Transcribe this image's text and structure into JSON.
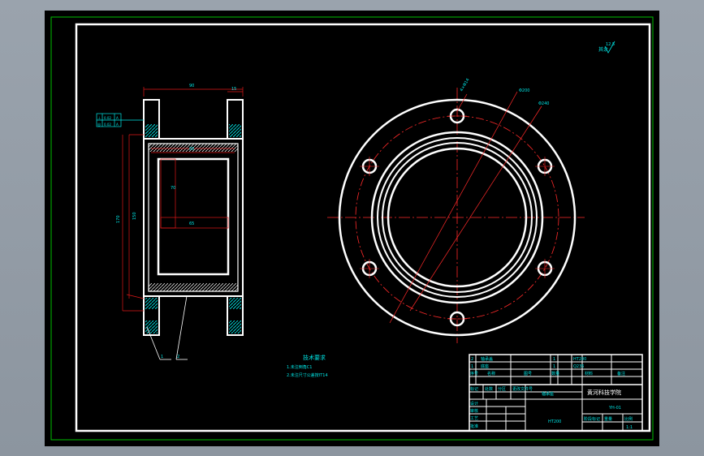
{
  "drawing": {
    "surface_roughness": {
      "value": "12.5",
      "prefix": "其余"
    },
    "technical_requirements": {
      "title": "技术要求",
      "lines": [
        "1.未注倒角C1",
        "2.未注尺寸公差按IT14"
      ]
    },
    "side_view_labels": {
      "top_dim": "90",
      "top_right_dim": "15",
      "inner_width_dim": "86",
      "inner_height_dim": "70",
      "lower_dim": "65",
      "left_dim_outer": "170",
      "left_dim_inner": "150",
      "part_ref_1": "1",
      "part_ref_2": "2"
    },
    "tolerance_frame": {
      "row1": [
        "⊥",
        "0.02",
        "A"
      ],
      "row2": [
        "◎",
        "0.02",
        "A"
      ]
    },
    "front_view_labels": {
      "hole_note": "4×Φ14",
      "diameter_1": "Φ200",
      "diameter_2": "Φ240"
    }
  },
  "title_block": {
    "school": "黄河科技学院",
    "part_name": "轴承座",
    "scale": "1:1",
    "material": "HT200",
    "drawing_no": "YH-01",
    "rows": [
      [
        "2",
        "轴承盖",
        "",
        "1",
        "HT200",
        ""
      ],
      [
        "1",
        "底座",
        "",
        "1",
        "Q235",
        ""
      ]
    ],
    "header_cells": [
      "序号",
      "名称",
      "数量",
      "材料",
      "备注",
      "图号"
    ],
    "sign_cells": [
      "标记",
      "处数",
      "分区",
      "更改文件号",
      "签名",
      "日期"
    ],
    "role_cells": [
      "设计",
      "审核",
      "工艺",
      "批准"
    ],
    "stage_cells": [
      "阶段标记",
      "重量",
      "比例"
    ]
  },
  "colors": {
    "outline": "#ffffff",
    "cutting_plane": "#ff2a2a",
    "dimension": "#e01818",
    "frame": "#00c000",
    "text": "#00e5e5",
    "title_block": "#ffffff"
  }
}
